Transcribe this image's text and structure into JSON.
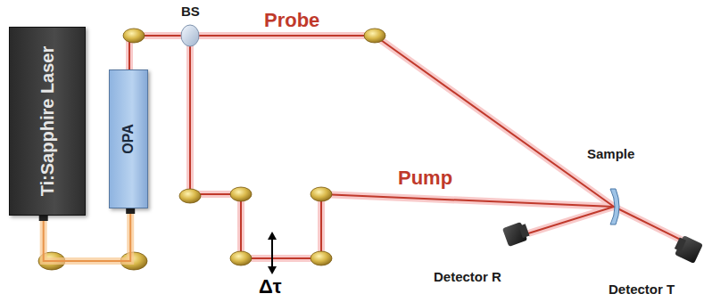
{
  "diagram": {
    "nodes": [
      {
        "text": [
          "Ti:Sapphire Laser"
        ]
      },
      {
        "text": [
          "OPA"
        ]
      }
    ],
    "edges": [
      {
        "from": 0,
        "to": 1,
        "arrow": "none"
      }
    ],
    "labels": [
      "BS",
      "Probe",
      "Pump",
      "Sample",
      "Detector R",
      "Detector T",
      "Δτ"
    ]
  }
}
